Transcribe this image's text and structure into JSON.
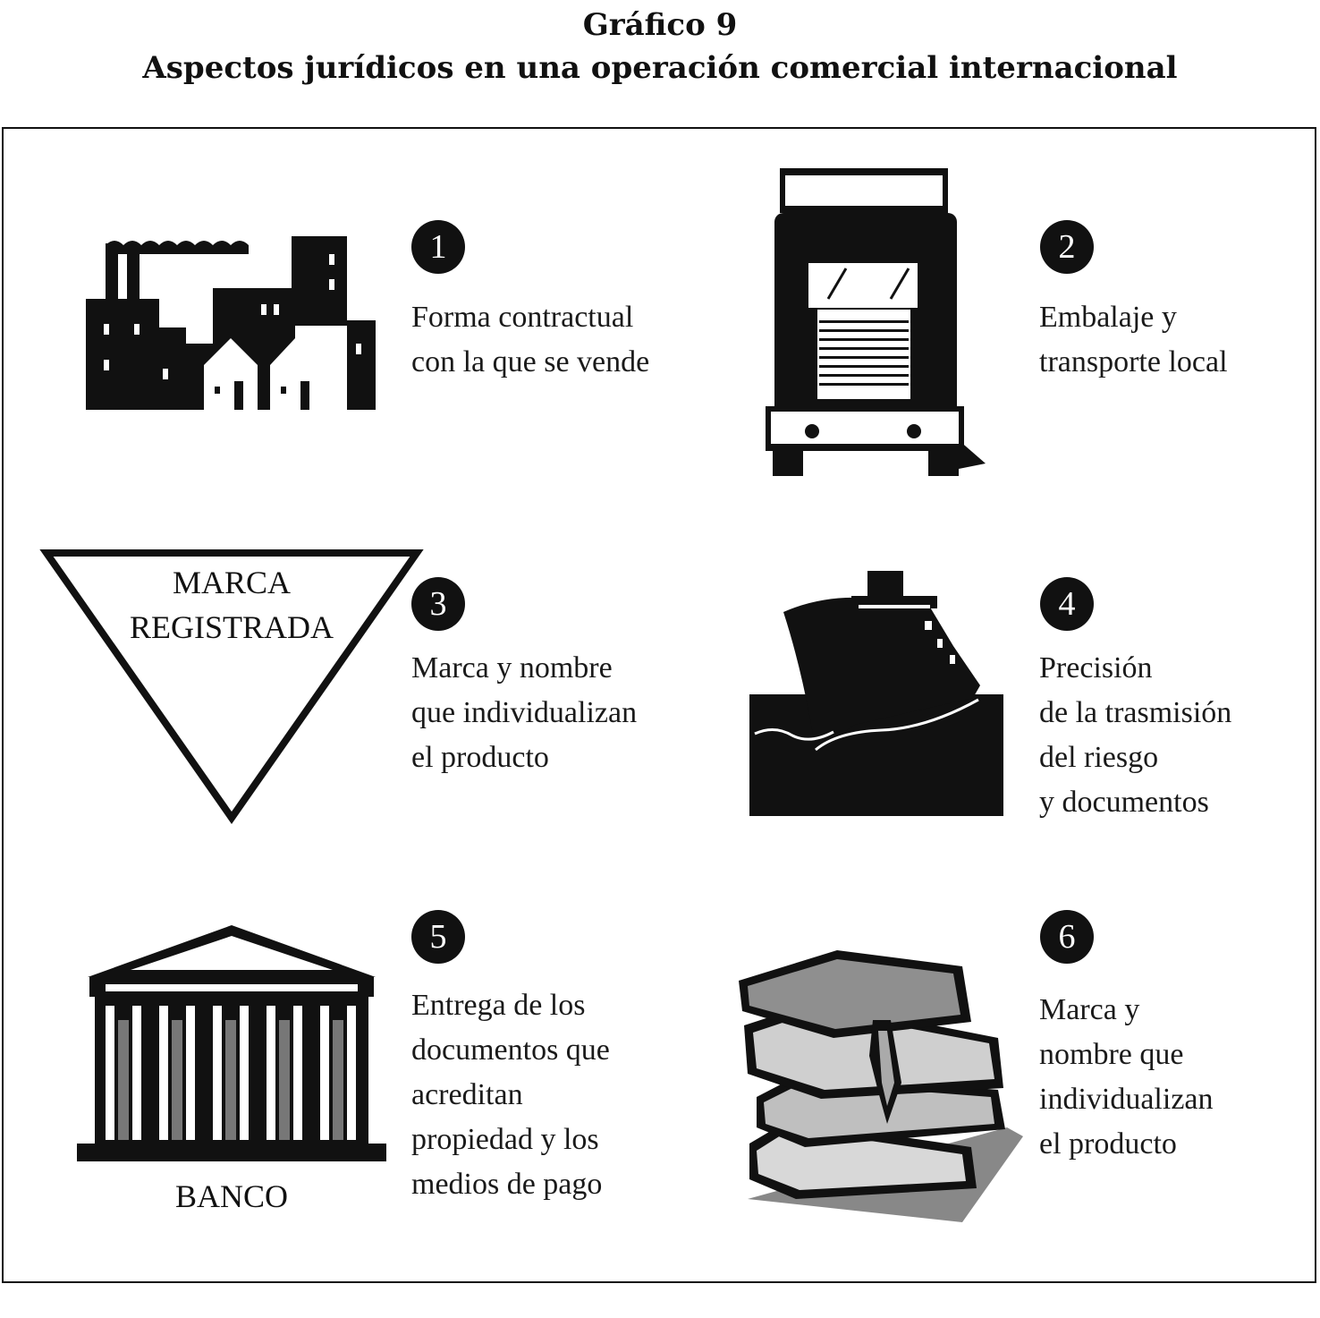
{
  "figure": {
    "title": "Gráfico 9",
    "subtitle": "Aspectos jurídicos en una operación comercial internacional"
  },
  "items": [
    {
      "number": "1",
      "text": "Forma contractual\ncon la que se vende",
      "icon": "factory-icon"
    },
    {
      "number": "2",
      "text": "Embalaje y\ntransporte local",
      "icon": "truck-icon"
    },
    {
      "number": "3",
      "text": "Marca y nombre\nque individualizan\nel producto",
      "icon": "trademark-triangle-icon",
      "icon_text": [
        "MARCA",
        "REGISTRADA"
      ]
    },
    {
      "number": "4",
      "text": "Precisión\nde la trasmisión\ndel riesgo\ny documentos",
      "icon": "ship-icon"
    },
    {
      "number": "5",
      "text": "Entrega de los\ndocumentos que\nacreditan\npropiedad y los\nmedios de pago",
      "icon": "bank-icon",
      "icon_text": [
        "BANCO"
      ]
    },
    {
      "number": "6",
      "text": "Marca y\nnombre que\nindividualizan\nel producto",
      "icon": "books-icon"
    }
  ]
}
